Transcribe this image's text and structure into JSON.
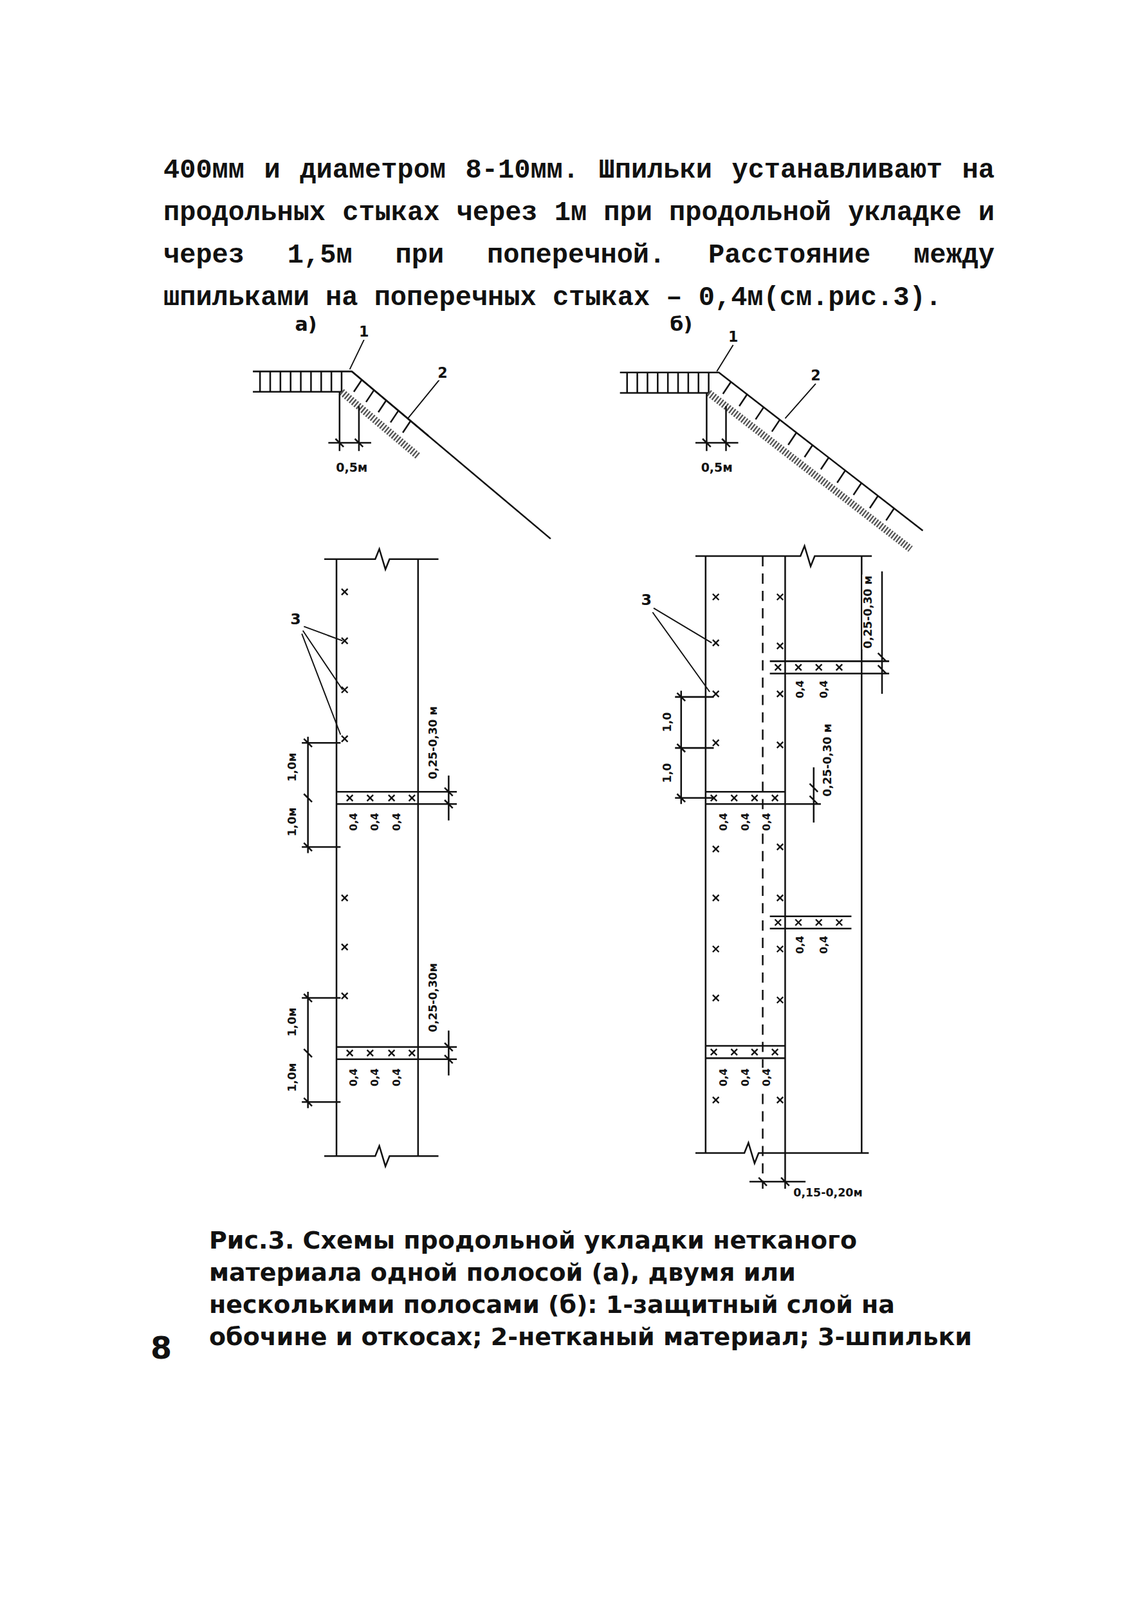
{
  "diagram": {
    "caption": "Рис.3. Схемы продольной укладки нетканого материала одной полосой (а), двумя или несколькими полосами (б): 1-защитный слой на обочине и откосах; 2-нетканый материал; 3-шпильки",
    "labels": [
      "400мм и диаметром 8-10мм. Шпильки устанавливают на продольных стыках через 1м при продольной укладке и через 1,5м при поперечной. Расстояние между шпильками на поперечных стыках – 0,4м(см.рис.3).",
      "а)",
      "1",
      "2",
      "0,5м",
      "б)",
      "1",
      "2",
      "0,5м",
      "3",
      "1,0м",
      "1,0м",
      "0,25-0,30 м",
      "0,4",
      "0,4",
      "0,4",
      "1,0м",
      "1,0м",
      "0,25-0,30м",
      "0,4",
      "0,4",
      "0,4",
      "3",
      "0,25-0,30 м",
      "0,4",
      "0,4",
      "1,0",
      "1,0",
      "0,25-0,30 м",
      "0,4",
      "0,4",
      "0,4",
      "0,4",
      "0,4",
      "0,4",
      "0,4",
      "0,4",
      "0,15-0,20м",
      "8"
    ]
  }
}
